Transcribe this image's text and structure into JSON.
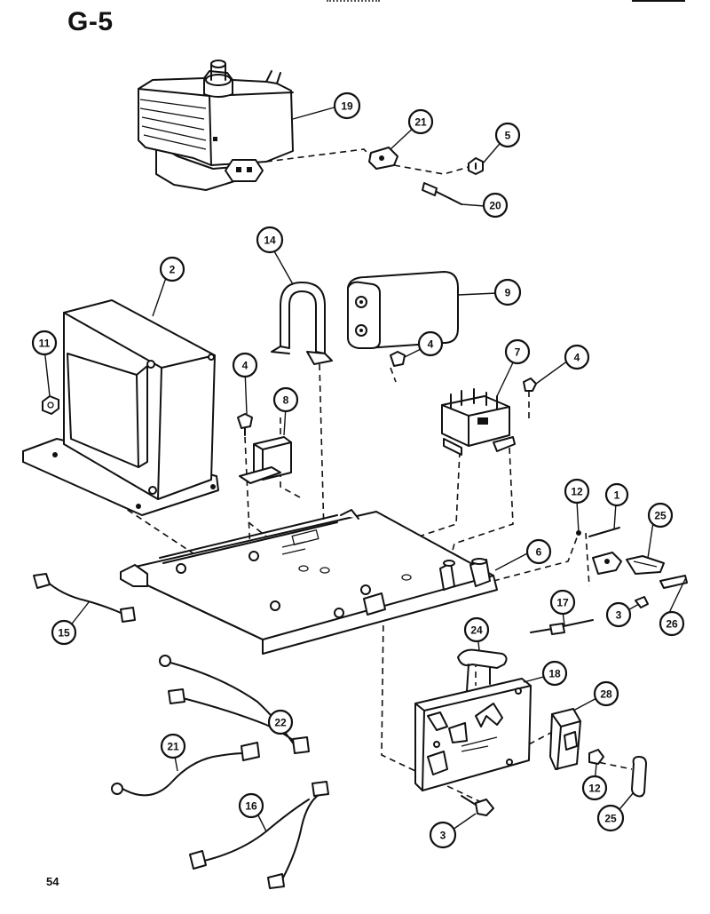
{
  "page": {
    "title": "G-5",
    "number": "54"
  },
  "callouts": [
    {
      "id": "magnetron",
      "label": "19"
    },
    {
      "id": "thermal-cutout",
      "label": "21"
    },
    {
      "id": "screw-a",
      "label": "5"
    },
    {
      "id": "fuse-holder",
      "label": "20"
    },
    {
      "id": "bracket",
      "label": "14"
    },
    {
      "id": "transformer",
      "label": "2"
    },
    {
      "id": "capacitor",
      "label": "9"
    },
    {
      "id": "nut",
      "label": "11"
    },
    {
      "id": "screw-b",
      "label": "4"
    },
    {
      "id": "screw-c",
      "label": "4"
    },
    {
      "id": "diode",
      "label": "8"
    },
    {
      "id": "relay",
      "label": "7"
    },
    {
      "id": "screw-d",
      "label": "4"
    },
    {
      "id": "base-plate",
      "label": "6"
    },
    {
      "id": "screw-e",
      "label": "12"
    },
    {
      "id": "pin",
      "label": "1"
    },
    {
      "id": "switch-a",
      "label": "25"
    },
    {
      "id": "switch-b",
      "label": "26"
    },
    {
      "id": "screw-f",
      "label": "3"
    },
    {
      "id": "fuse-link",
      "label": "17"
    },
    {
      "id": "harness-a",
      "label": "15"
    },
    {
      "id": "pcb",
      "label": "18"
    },
    {
      "id": "grommet",
      "label": "24"
    },
    {
      "id": "harness-b",
      "label": "22"
    },
    {
      "id": "terminal-block",
      "label": "28"
    },
    {
      "id": "harness-c",
      "label": "21"
    },
    {
      "id": "screw-g",
      "label": "12"
    },
    {
      "id": "fuse",
      "label": "25"
    },
    {
      "id": "harness-d",
      "label": "16"
    },
    {
      "id": "screw-h",
      "label": "3"
    }
  ]
}
